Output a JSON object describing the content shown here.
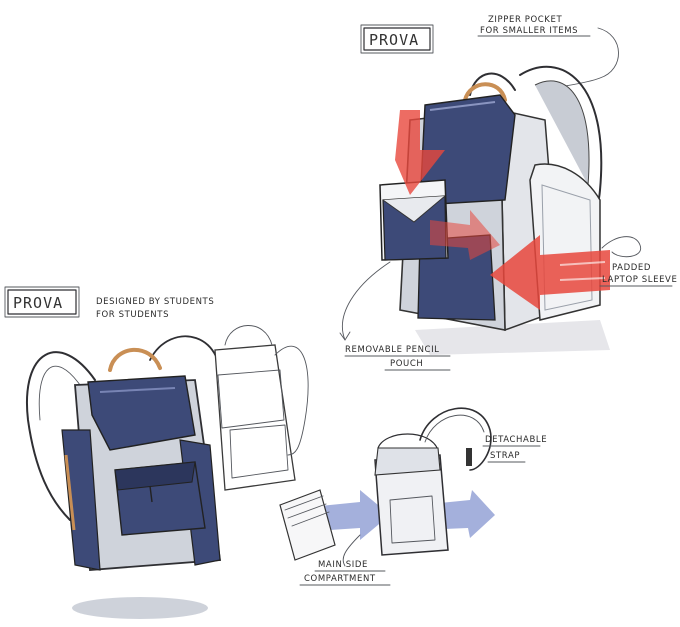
{
  "brand": {
    "logo_top": "PROVA",
    "logo_left": "PROVA"
  },
  "tagline": {
    "line1": "DESIGNED BY STUDENTS",
    "line2": "FOR STUDENTS"
  },
  "callouts": {
    "zipper_pocket_line1": "ZIPPER POCKET",
    "zipper_pocket_line2": "FOR SMALLER ITEMS",
    "laptop_sleeve_line1": "PADDED",
    "laptop_sleeve_line2": "LAPTOP SLEEVE",
    "pencil_pouch_line1": "REMOVABLE PENCIL",
    "pencil_pouch_line2": "POUCH",
    "detachable_strap_line1": "DETACHABLE",
    "detachable_strap_line2": "STRAP",
    "main_side_line1": "MAIN SIDE",
    "main_side_line2": "COMPARTMENT"
  },
  "colors": {
    "navy": "#3d4a78",
    "navy_light": "#5a6796",
    "grey_panel": "#cfd3db",
    "grey_light": "#e8eaee",
    "tan": "#c98f55",
    "red_arrow": "#e8473c",
    "blue_arrow": "#5a6fc0"
  }
}
